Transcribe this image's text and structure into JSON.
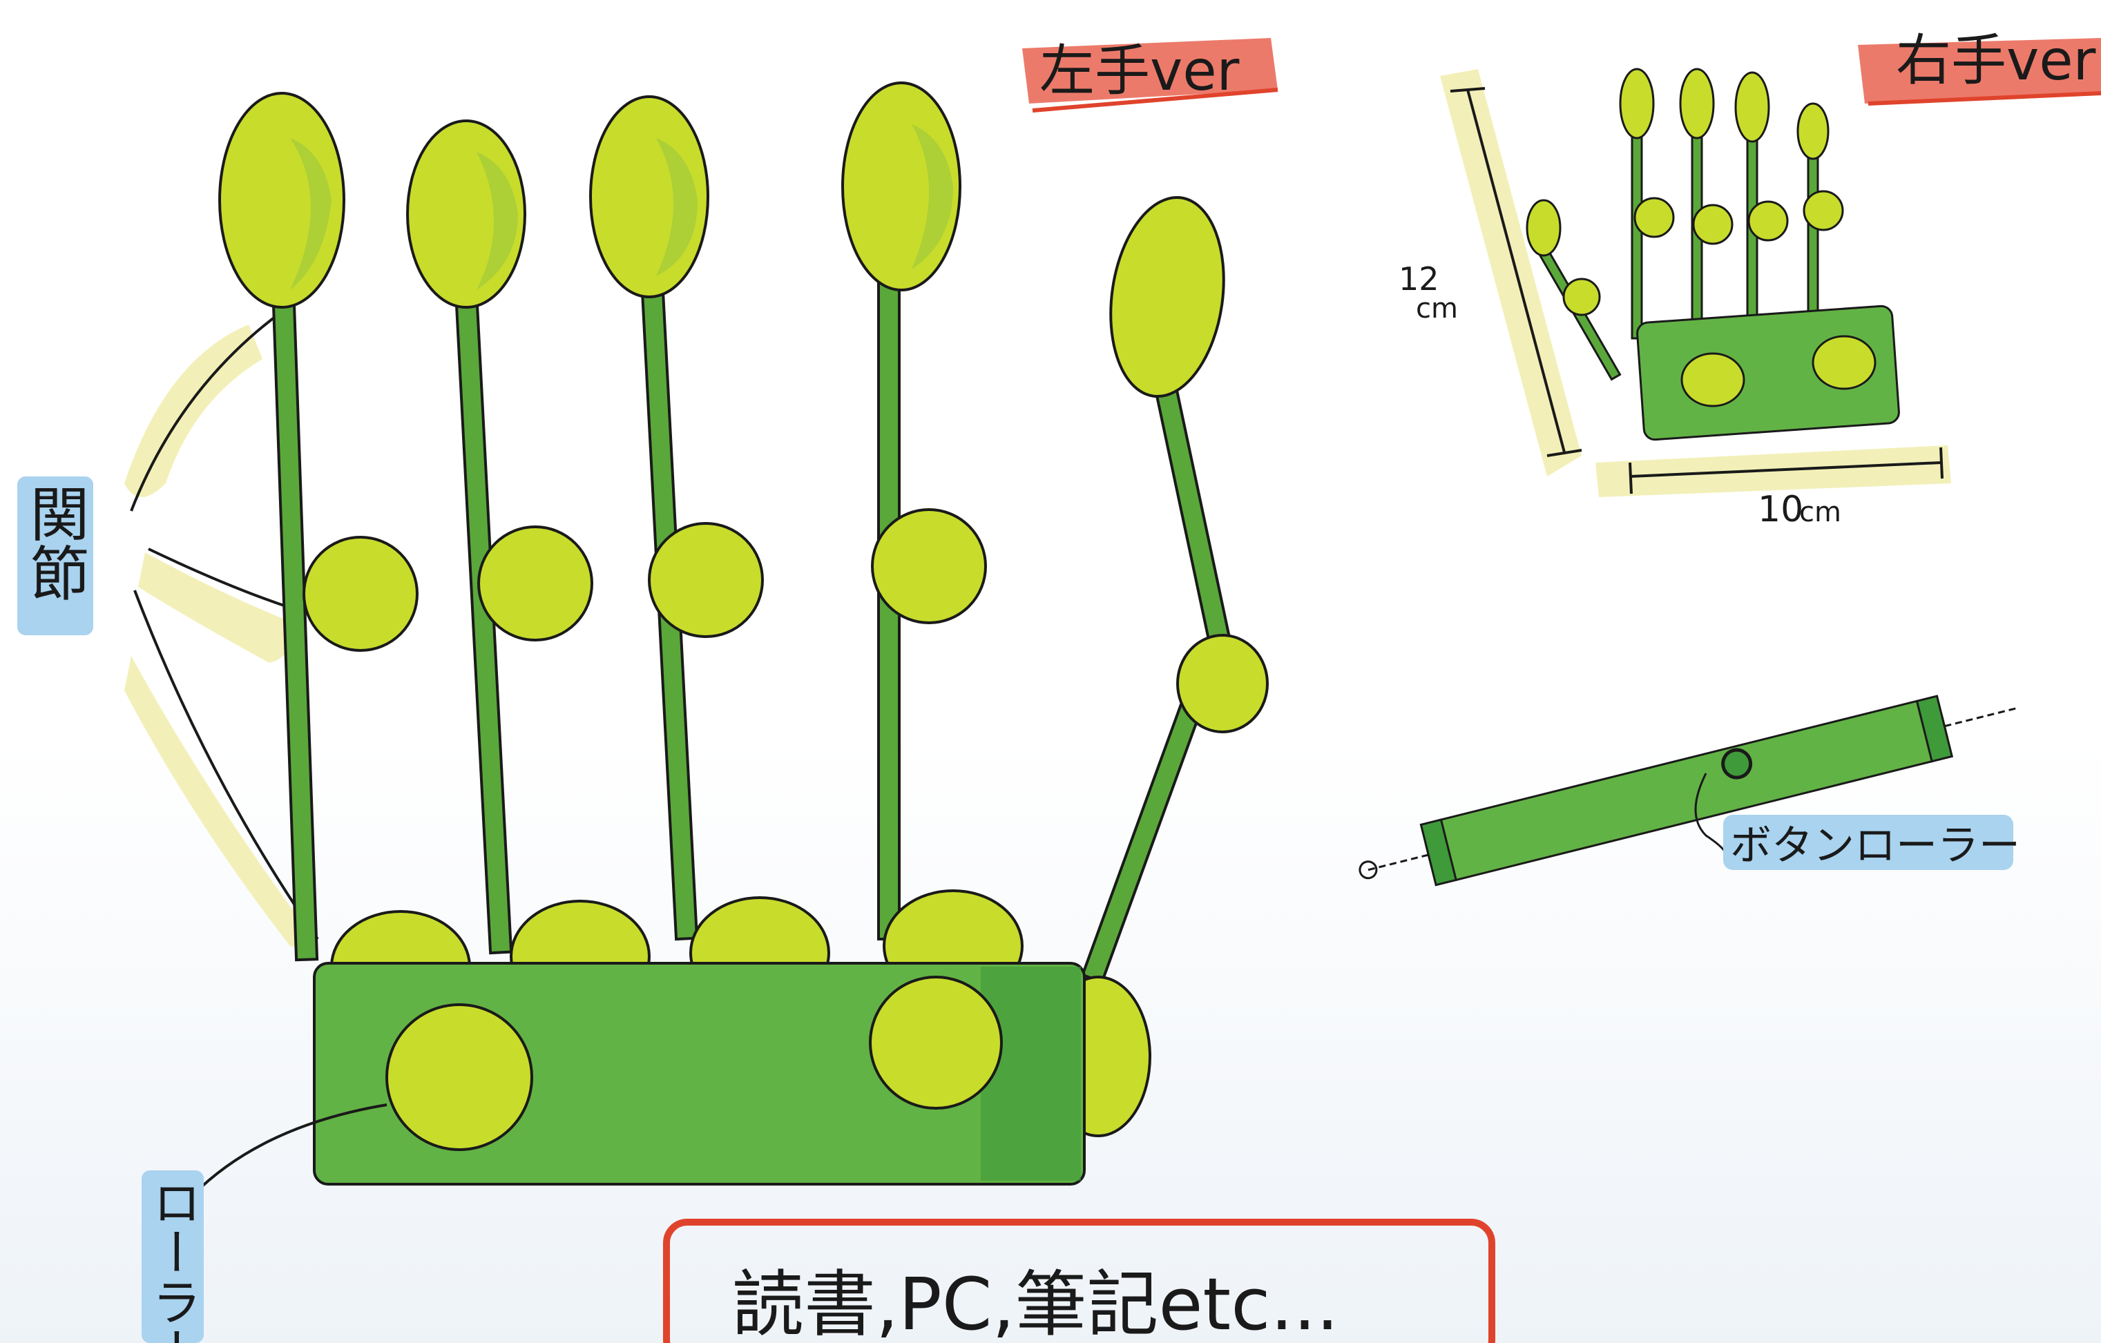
{
  "labels": {
    "left_hand_version": "左手ver",
    "right_hand_version": "右手ver",
    "joint": "関節",
    "roller": "ローラー",
    "button_roller": "ボタンローラー",
    "height_value": "12",
    "height_unit": "cm",
    "width_value": "10",
    "width_unit": "cm",
    "use_cases": "読書,PC,筆記etc..."
  },
  "colors": {
    "tip_fill": "#c8dc2c",
    "tip_shade": "#9fcb3a",
    "stick": "#5aa83a",
    "bar": "#62b345",
    "bar_dark": "#3f9a3a",
    "highlight_red": "#ec7a6a",
    "highlight_blue": "#a9d3ef",
    "highlight_yellow": "#f2f0b8",
    "box_outline": "#e0432c",
    "ink": "#1a1a1a"
  }
}
